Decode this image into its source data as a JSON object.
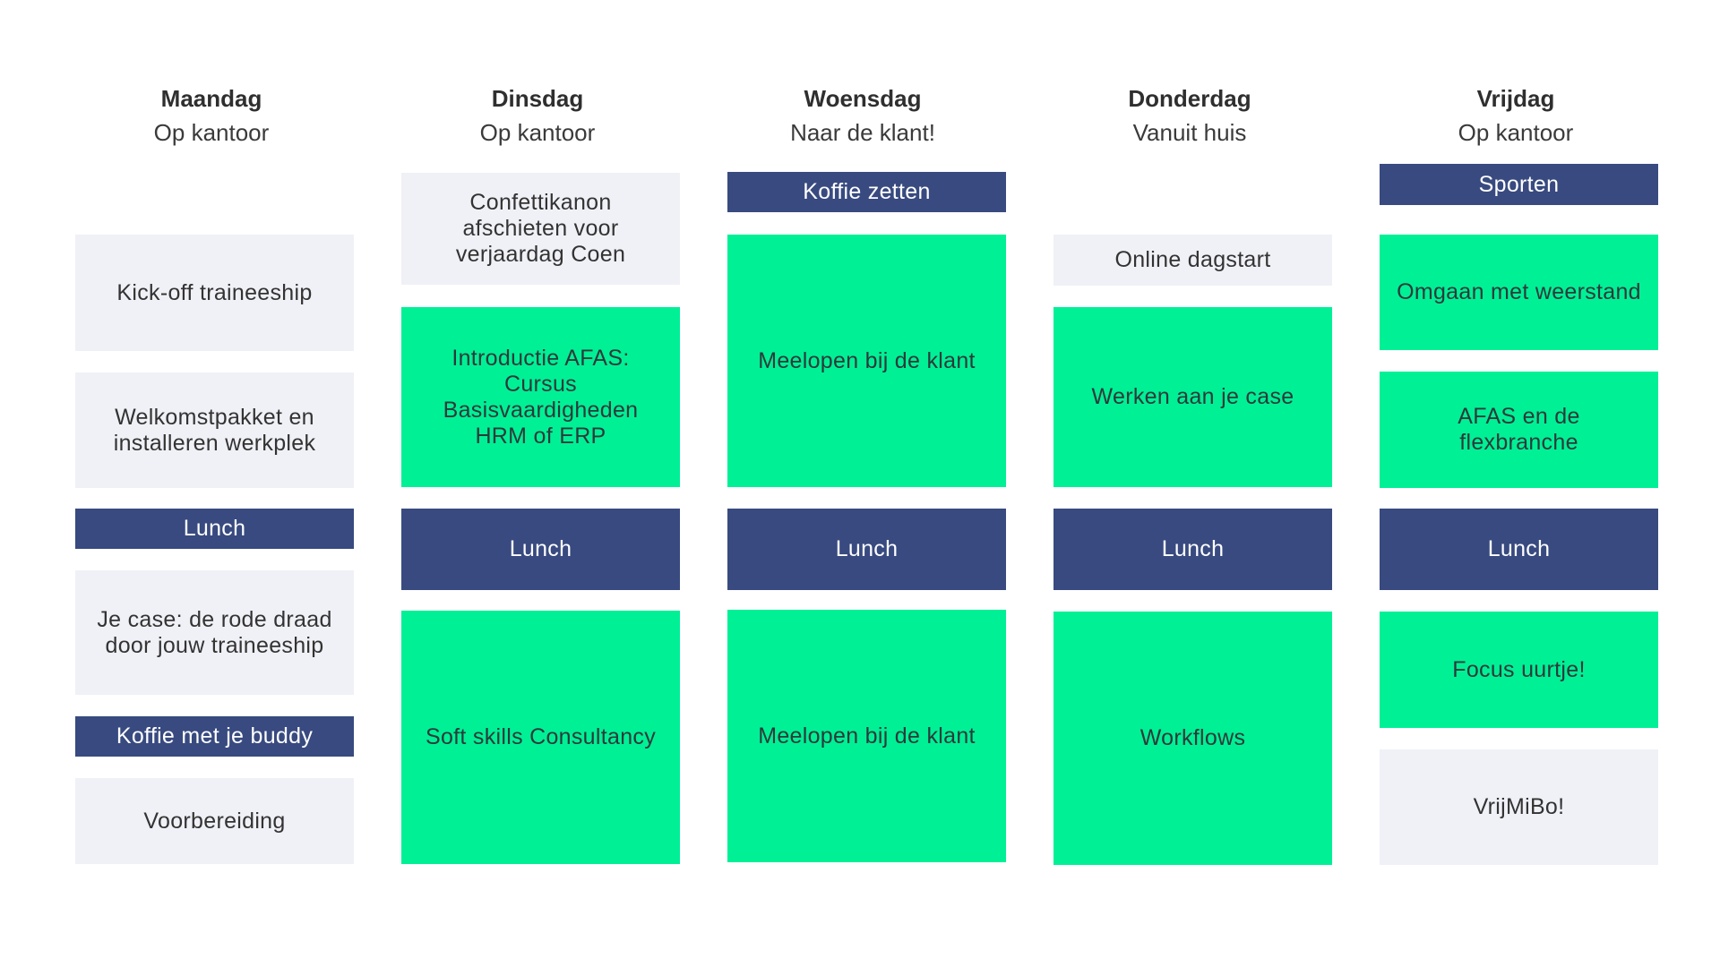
{
  "colors": {
    "grey": "#f0f1f6",
    "green": "#00f096",
    "navy": "#384a7f"
  },
  "days": [
    {
      "name": "Maandag",
      "subtitle": "Op kantoor",
      "blocks": [
        {
          "label": "Kick-off traineeship",
          "type": "grey"
        },
        {
          "label": "Welkomstpakket en installeren werkplek",
          "type": "grey"
        },
        {
          "label": "Lunch",
          "type": "navy"
        },
        {
          "label": "Je case: de rode draad door jouw traineeship",
          "type": "grey"
        },
        {
          "label": "Koffie met je buddy",
          "type": "navy"
        },
        {
          "label": "Voorbereiding",
          "type": "grey"
        }
      ]
    },
    {
      "name": "Dinsdag",
      "subtitle": "Op kantoor",
      "blocks": [
        {
          "label": "Confettikanon afschieten voor verjaardag Coen",
          "type": "grey"
        },
        {
          "label": "Introductie AFAS: Cursus Basisvaardigheden HRM of ERP",
          "type": "green"
        },
        {
          "label": "Lunch",
          "type": "navy"
        },
        {
          "label": "Soft skills Consultancy",
          "type": "green"
        }
      ]
    },
    {
      "name": "Woensdag",
      "subtitle": "Naar de klant!",
      "blocks": [
        {
          "label": "Koffie zetten",
          "type": "navy"
        },
        {
          "label": "Meelopen bij de klant",
          "type": "green"
        },
        {
          "label": "Lunch",
          "type": "navy"
        },
        {
          "label": "Meelopen bij de klant",
          "type": "green"
        }
      ]
    },
    {
      "name": "Donderdag",
      "subtitle": "Vanuit huis",
      "blocks": [
        {
          "label": "Online dagstart",
          "type": "grey"
        },
        {
          "label": "Werken aan je case",
          "type": "green"
        },
        {
          "label": "Lunch",
          "type": "navy"
        },
        {
          "label": "Workflows",
          "type": "green"
        }
      ]
    },
    {
      "name": "Vrijdag",
      "subtitle": "Op kantoor",
      "blocks": [
        {
          "label": "Sporten",
          "type": "navy"
        },
        {
          "label": "Omgaan met weerstand",
          "type": "green"
        },
        {
          "label": "AFAS en de flexbranche",
          "type": "green"
        },
        {
          "label": "Lunch",
          "type": "navy"
        },
        {
          "label": "Focus uurtje!",
          "type": "green"
        },
        {
          "label": "VrijMiBo!",
          "type": "grey"
        }
      ]
    }
  ]
}
